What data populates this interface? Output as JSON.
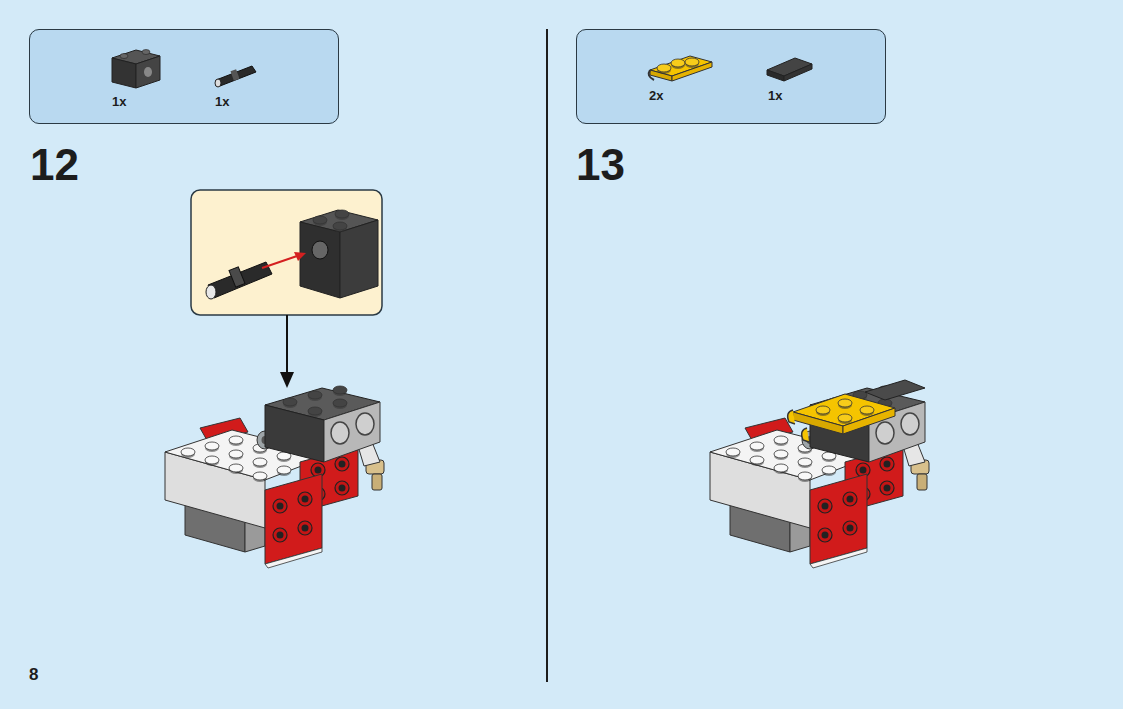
{
  "diagram": {
    "nodes": [
      {
        "text": [
          "1x",
          "1x"
        ]
      },
      {
        "text": [
          "2x",
          "1x"
        ]
      }
    ],
    "labels": [
      "12",
      "13",
      "8"
    ]
  }
}
